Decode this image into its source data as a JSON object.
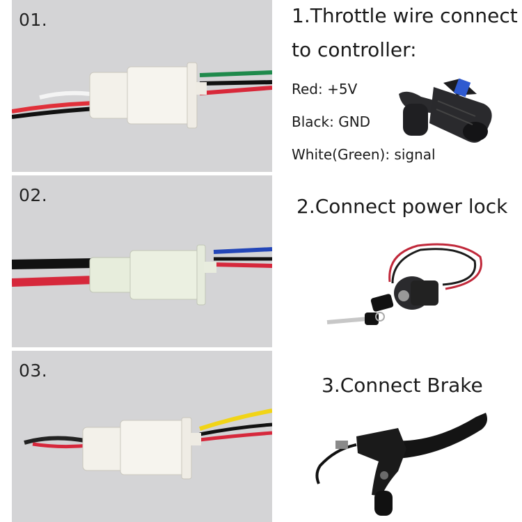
{
  "panels": [
    {
      "label": "01."
    },
    {
      "label": "02."
    },
    {
      "label": "03."
    }
  ],
  "throttle": {
    "title_line1": "1.Throttle wire connect",
    "title_line2": "to controller:",
    "red": "Red: +5V",
    "black": "Black: GND",
    "white": "White(Green): signal"
  },
  "power_lock": {
    "title": "2.Connect power lock"
  },
  "brake": {
    "title": "3.Connect Brake"
  },
  "icons": [
    "throttle-grip-icon",
    "key-power-lock-icon",
    "brake-lever-icon"
  ]
}
